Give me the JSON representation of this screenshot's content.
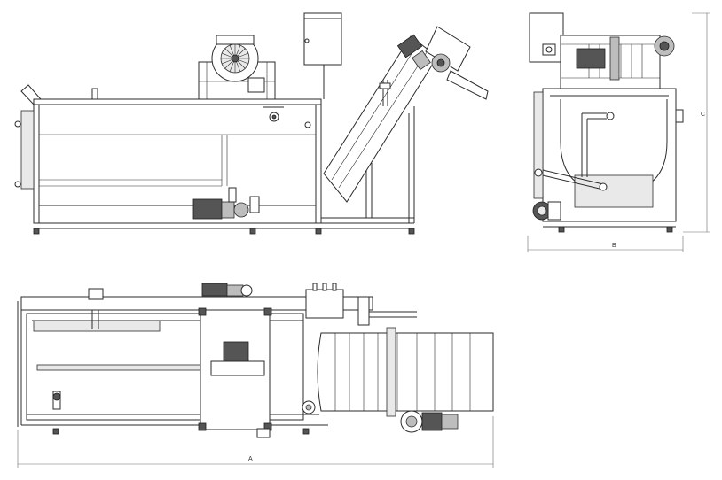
{
  "dimensions": {
    "length_label": "A",
    "width_label": "B",
    "height_label": "C"
  },
  "colors": {
    "line": "#2b2b2b",
    "panel_fill": "#e9e9e9",
    "motor_fill": "#555555",
    "background": "#ffffff"
  },
  "views": [
    "side-view",
    "end-view",
    "top-view"
  ]
}
